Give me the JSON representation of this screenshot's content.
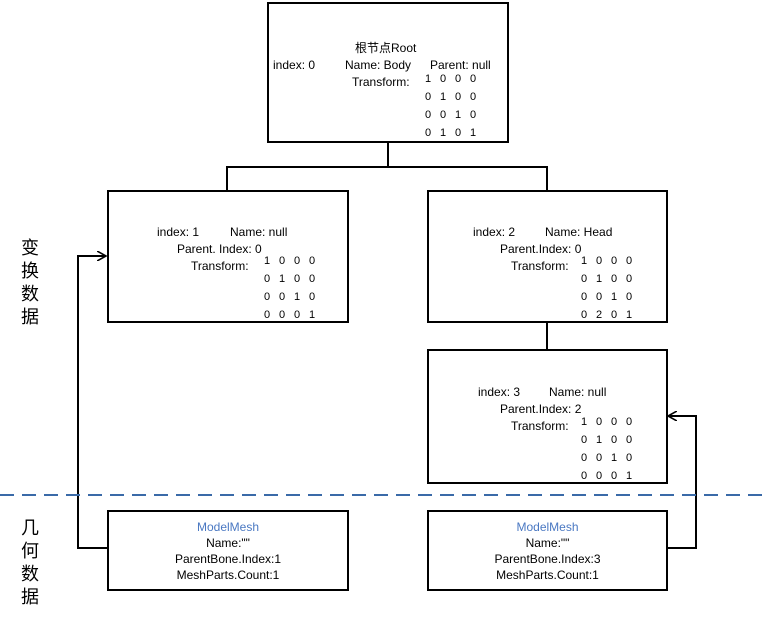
{
  "side_labels": {
    "transform_data": [
      "变",
      "换",
      "数",
      "据"
    ],
    "geometry_data": [
      "几",
      "何",
      "数",
      "据"
    ]
  },
  "root": {
    "title": "根节点Root",
    "index": "index: 0",
    "name": "Name: Body",
    "parent": "Parent: null",
    "transform_label": "Transform:",
    "matrix": [
      [
        "1",
        "0",
        "0",
        "0"
      ],
      [
        "0",
        "1",
        "0",
        "0"
      ],
      [
        "0",
        "0",
        "1",
        "0"
      ],
      [
        "0",
        "1",
        "0",
        "1"
      ]
    ]
  },
  "bone1": {
    "index": "index: 1",
    "name": "Name: null",
    "parent": "Parent. Index: 0",
    "transform_label": "Transform:",
    "matrix": [
      [
        "1",
        "0",
        "0",
        "0"
      ],
      [
        "0",
        "1",
        "0",
        "0"
      ],
      [
        "0",
        "0",
        "1",
        "0"
      ],
      [
        "0",
        "0",
        "0",
        "1"
      ]
    ]
  },
  "bone2": {
    "index": "index: 2",
    "name": "Name: Head",
    "parent": "Parent.Index: 0",
    "transform_label": "Transform:",
    "matrix": [
      [
        "1",
        "0",
        "0",
        "0"
      ],
      [
        "0",
        "1",
        "0",
        "0"
      ],
      [
        "0",
        "0",
        "1",
        "0"
      ],
      [
        "0",
        "2",
        "0",
        "1"
      ]
    ]
  },
  "bone3": {
    "index": "index: 3",
    "name": "Name: null",
    "parent": "Parent.Index: 2",
    "transform_label": "Transform:",
    "matrix": [
      [
        "1",
        "0",
        "0",
        "0"
      ],
      [
        "0",
        "1",
        "0",
        "0"
      ],
      [
        "0",
        "0",
        "1",
        "0"
      ],
      [
        "0",
        "0",
        "0",
        "1"
      ]
    ]
  },
  "mesh1": {
    "title": "ModelMesh",
    "name": "Name:\"\"",
    "parent_bone": "ParentBone.Index:1",
    "parts": "MeshParts.Count:1"
  },
  "mesh2": {
    "title": "ModelMesh",
    "name": "Name:\"\"",
    "parent_bone": "ParentBone.Index:3",
    "parts": "MeshParts.Count:1"
  },
  "colors": {
    "divider": "#3a6aa8",
    "mesh_title": "#4a78c2",
    "line": "#000000"
  }
}
